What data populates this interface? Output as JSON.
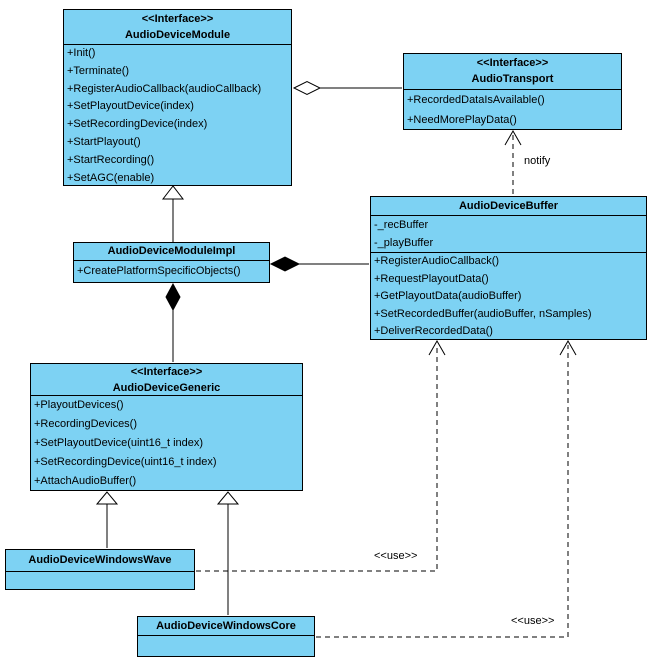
{
  "colors": {
    "class_fill": "#7DD2F3",
    "border": "#000000",
    "background": "#FFFFFF"
  },
  "classes": {
    "audio_device_module": {
      "stereotype": "<<Interface>>",
      "name": "AudioDeviceModule",
      "methods": [
        "+Init()",
        "+Terminate()",
        "+RegisterAudioCallback(audioCallback)",
        "+SetPlayoutDevice(index)",
        "+SetRecordingDevice(index)",
        "+StartPlayout()",
        "+StartRecording()",
        "+SetAGC(enable)"
      ]
    },
    "audio_transport": {
      "stereotype": "<<Interface>>",
      "name": "AudioTransport",
      "methods": [
        "+RecordedDataIsAvailable()",
        "+NeedMorePlayData()"
      ]
    },
    "audio_device_buffer": {
      "name": "AudioDeviceBuffer",
      "attributes": [
        "-_recBuffer",
        "-_playBuffer"
      ],
      "methods": [
        "+RegisterAudioCallback()",
        "+RequestPlayoutData()",
        "+GetPlayoutData(audioBuffer)",
        "+SetRecordedBuffer(audioBuffer, nSamples)",
        "+DeliverRecordedData()"
      ]
    },
    "audio_device_module_impl": {
      "name": "AudioDeviceModuleImpl",
      "methods": [
        "+CreatePlatformSpecificObjects()"
      ]
    },
    "audio_device_generic": {
      "stereotype": "<<Interface>>",
      "name": "AudioDeviceGeneric",
      "methods": [
        "+PlayoutDevices()",
        "+RecordingDevices()",
        "+SetPlayoutDevice(uint16_t index)",
        "+SetRecordingDevice(uint16_t index)",
        "+AttachAudioBuffer()"
      ]
    },
    "audio_device_windows_wave": {
      "name": "AudioDeviceWindowsWave"
    },
    "audio_device_windows_core": {
      "name": "AudioDeviceWindowsCore"
    }
  },
  "relationships": {
    "notify_label": "notify",
    "use_label_wave": "<<use>>",
    "use_label_core": "<<use>>"
  }
}
